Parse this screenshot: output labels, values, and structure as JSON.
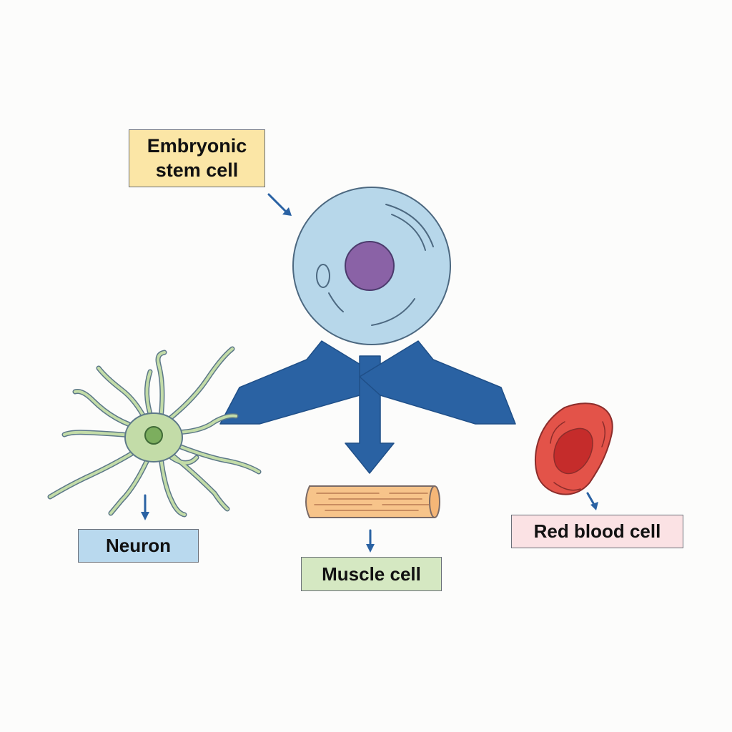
{
  "labels": {
    "stem_cell_line1": "Embryonic",
    "stem_cell_line2": "stem cell",
    "neuron": "Neuron",
    "muscle_cell": "Muscle cell",
    "red_blood_cell": "Red blood cell"
  },
  "colors": {
    "arrow": "#2a62a3",
    "stem_cell_fill": "#b7d7ea",
    "nucleus_fill": "#8a62a6",
    "neuron_fill": "#c3dca8",
    "neuron_nucleus": "#7cae5e",
    "muscle_fill": "#f7c48a",
    "rbc_fill": "#e35349",
    "rbc_center": "#c52c2b",
    "stem_label_bg": "#fbe6a6",
    "neuron_label_bg": "#b9d9ee",
    "muscle_label_bg": "#d5e8c2",
    "rbc_label_bg": "#fbe2e4"
  },
  "icons": {
    "stem_cell": "stem-cell-icon",
    "neuron": "neuron-icon",
    "muscle_cell": "muscle-cell-icon",
    "red_blood_cell": "red-blood-cell-icon"
  }
}
